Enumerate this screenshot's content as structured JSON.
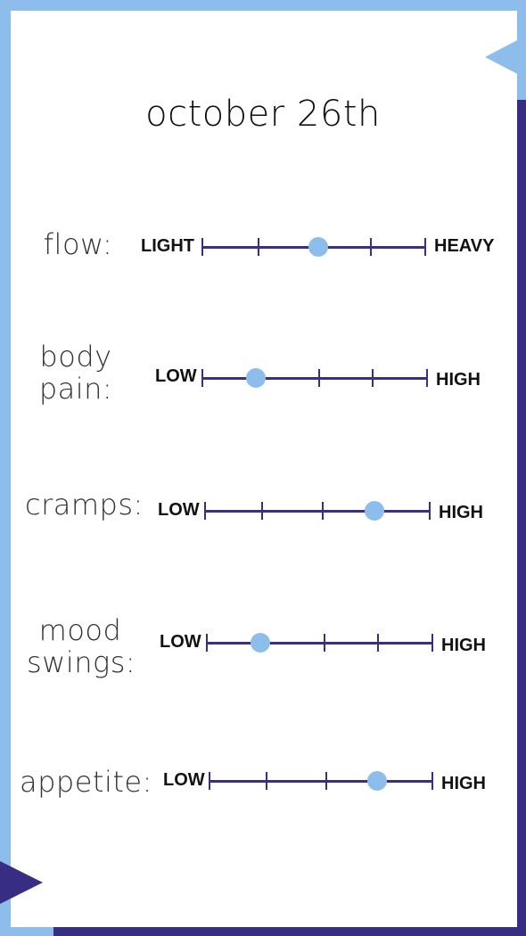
{
  "title": "october 26th",
  "colors": {
    "light_blue": "#8dbdeb",
    "dark_purple": "#372d82"
  },
  "scales": [
    {
      "label_lines": [
        "flow:"
      ],
      "low": "LIGHT",
      "high": "HEAVY",
      "value_fraction": 0.52
    },
    {
      "label_lines": [
        "body",
        "pain:"
      ],
      "low": "LOW",
      "high": "HIGH",
      "value_fraction": 0.24
    },
    {
      "label_lines": [
        "cramps:"
      ],
      "low": "LOW",
      "high": "HIGH",
      "value_fraction": 0.75
    },
    {
      "label_lines": [
        "mood",
        "swings:"
      ],
      "low": "LOW",
      "high": "HIGH",
      "value_fraction": 0.24
    },
    {
      "label_lines": [
        "appetite:"
      ],
      "low": "LOW",
      "high": "HIGH",
      "value_fraction": 0.75
    }
  ]
}
